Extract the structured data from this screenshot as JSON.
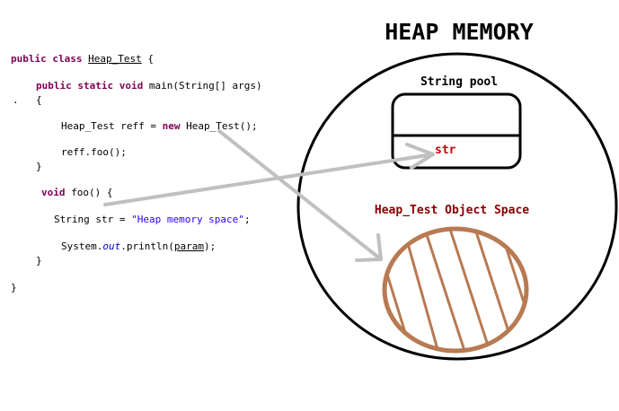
{
  "code": {
    "class_keywords": "public class",
    "class_name": "Heap_Test",
    "class_open": " {",
    "main_keywords": "public static void",
    "main_signature": " main(String[] args)",
    "dot": ".",
    "main_open": "{",
    "decl_type": "Heap_Test reff = ",
    "decl_new": "new",
    "decl_ctor": " Heap_Test();",
    "call_foo": "reff.foo();",
    "main_close": "}",
    "foo_keyword": "void",
    "foo_signature": " foo() {",
    "str_decl": "String str = ",
    "str_literal": "\"Heap memory space\"",
    "str_end": ";",
    "print_prefix": "System.",
    "print_out": "out",
    "print_mid": ".println(",
    "print_param": "param",
    "print_end": ");",
    "foo_close": "}",
    "class_close": "}"
  },
  "diagram": {
    "title": "HEAP MEMORY",
    "string_pool_label": "String pool",
    "str_label": "str",
    "object_space_label": "Heap_Test Object Space",
    "colors": {
      "outline": "#000000",
      "arrow": "#c0c0c0",
      "object_fill": "#b87a52",
      "str_text": "#cc0000",
      "object_label": "#8b0000"
    }
  }
}
